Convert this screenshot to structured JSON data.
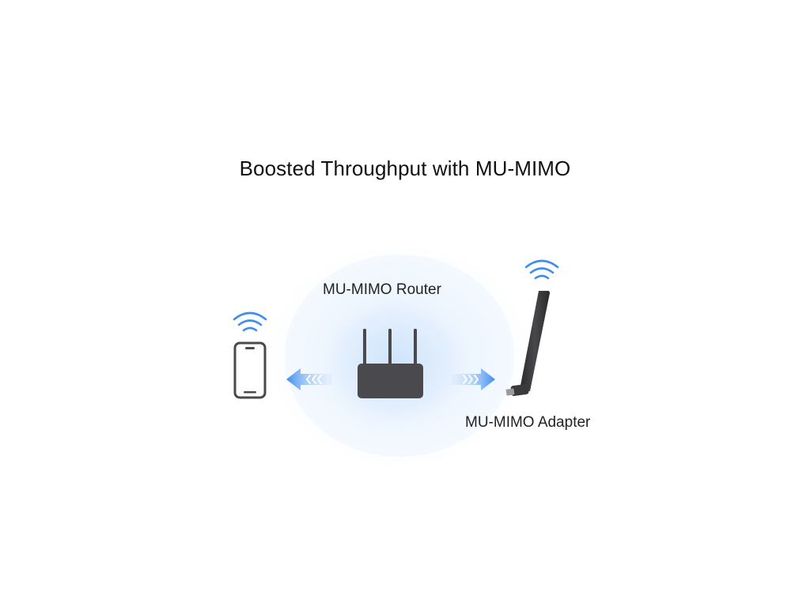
{
  "title": "Boosted Throughput with MU-MIMO",
  "router": {
    "label": "MU-MIMO Router"
  },
  "adapter": {
    "label": "MU-MIMO Adapter"
  },
  "colors": {
    "accent_blue": "#3e8ef0",
    "device_dark": "#4a4a4e",
    "halo_blue": "#e6f1fd",
    "text": "#222222"
  },
  "icons": {
    "phone": "smartphone-icon",
    "router": "router-icon",
    "adapter": "usb-wifi-adapter-icon",
    "wifi": "wifi-signal-icon",
    "arrow_left": "arrow-left-icon",
    "arrow_right": "arrow-right-icon"
  }
}
